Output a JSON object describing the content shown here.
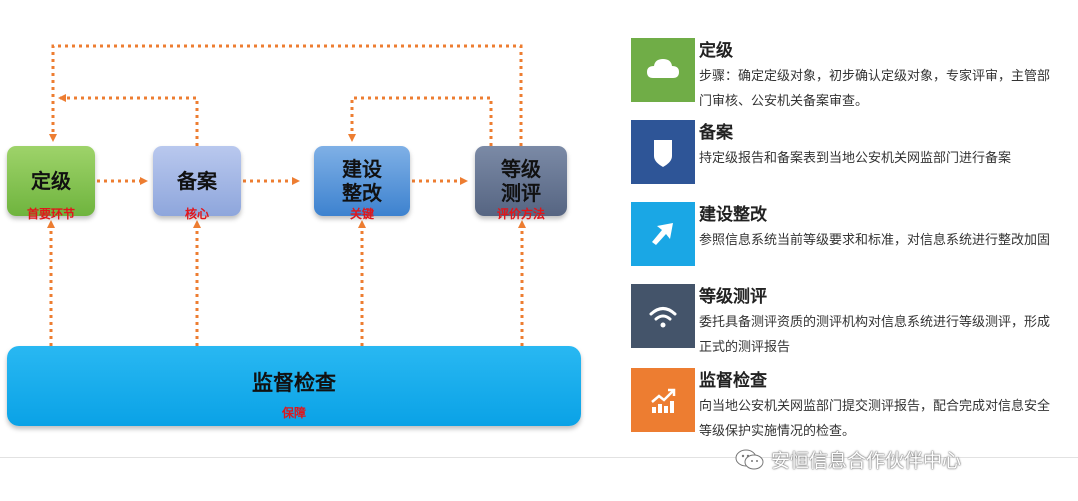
{
  "diagram": {
    "boxes": {
      "dingji": {
        "title": "定级",
        "sub": "首要环节"
      },
      "beian": {
        "title": "备案",
        "sub": "核心"
      },
      "jianshe": {
        "title": "建设\n整改",
        "sub": "关键"
      },
      "dengji": {
        "title": "等级\n测评",
        "sub": "评价方法"
      },
      "jiandu": {
        "title": "监督检查",
        "sub": "保障"
      }
    },
    "colors": {
      "arrow": "#ed7d31",
      "label": "#e0161b"
    }
  },
  "legend": [
    {
      "title": "定级",
      "desc": "步骤：确定定级对象，初步确认定级对象，专家评审，主管部门审核、公安机关备案审查。",
      "icon": "cloud-icon",
      "color": "#70ad47"
    },
    {
      "title": "备案",
      "desc": "持定级报告和备案表到当地公安机关网监部门进行备案",
      "icon": "shield-icon",
      "color": "#2e5597"
    },
    {
      "title": "建设整改",
      "desc": "参照信息系统当前等级要求和标准，对信息系统进行整改加固",
      "icon": "arrow-icon",
      "color": "#1aa7e5"
    },
    {
      "title": "等级测评",
      "desc": "委托具备测评资质的测评机构对信息系统进行等级测评，形成正式的测评报告",
      "icon": "wifi-icon",
      "color": "#44546a"
    },
    {
      "title": "监督检查",
      "desc": "向当地公安机关网监部门提交测评报告，配合完成对信息安全等级保护实施情况的检查。",
      "icon": "chart-icon",
      "color": "#ed7d31"
    }
  ],
  "watermark": {
    "text": "安恒信息合作伙伴中心",
    "icon": "wechat-icon"
  }
}
